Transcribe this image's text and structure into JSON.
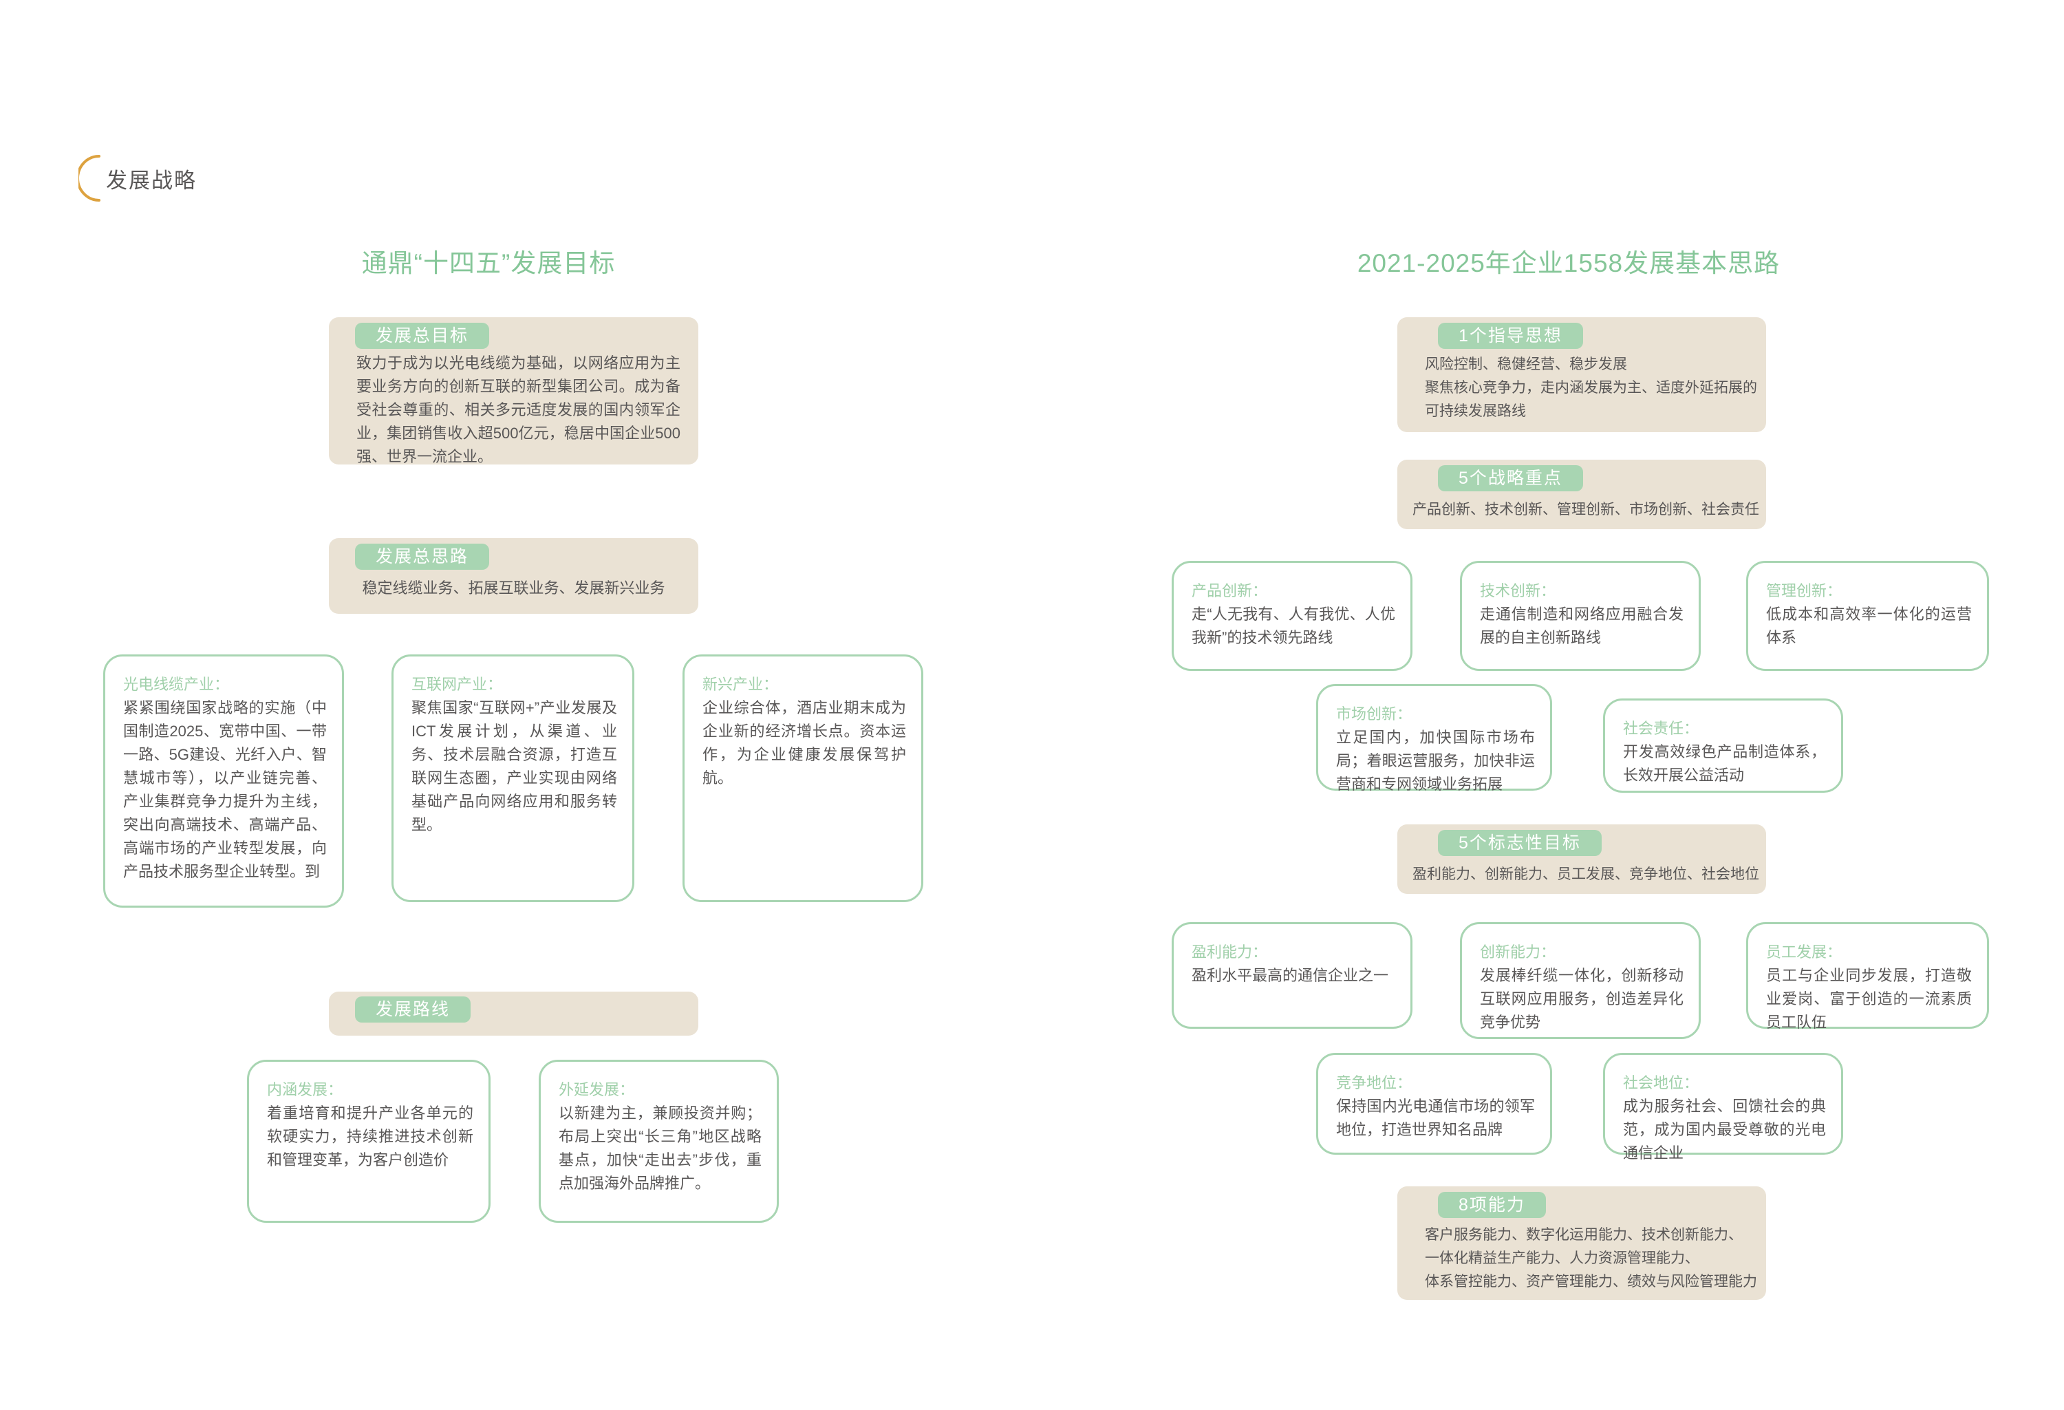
{
  "page": {
    "header": "发展战略"
  },
  "colors": {
    "accent_green": "#a8d5b2",
    "title_green": "#85c698",
    "tan": "#eae2d4",
    "body_text": "#595757",
    "arc_orange": "#dda23f"
  },
  "left": {
    "title": "通鼎“十四五”发展目标",
    "overall_goal": {
      "label": "发展总目标",
      "text": "致力于成为以光电线缆为基础，以网络应用为主要业务方向的创新互联的新型集团公司。成为备受社会尊重的、相关多元适度发展的国内领军企业，集团销售收入超500亿元，稳居中国企业500强、世界一流企业。"
    },
    "overall_idea": {
      "label": "发展总思路",
      "text": "稳定线缆业务、拓展互联业务、发展新兴业务"
    },
    "industries": [
      {
        "label": "光电线缆产业：",
        "text": "紧紧围绕国家战略的实施（中国制造2025、宽带中国、一带一路、5G建设、光纤入户、智慧城市等），以产业链完善、产业集群竞争力提升为主线，突出向高端技术、高端产品、高端市场的产业转型发展，向产品技术服务型企业转型。到"
      },
      {
        "label": "互联网产业：",
        "text": "聚焦国家“互联网+”产业发展及ICT发展计划，从渠道、业务、技术层融合资源，打造互联网生态圈，产业实现由网络基础产品向网络应用和服务转型。"
      },
      {
        "label": "新兴产业：",
        "text": "企业综合体，酒店业期末成为企业新的经济增长点。资本运作，为企业健康发展保驾护航。"
      }
    ],
    "route": {
      "label": "发展路线"
    },
    "route_items": [
      {
        "label": "内涵发展：",
        "text": "着重培育和提升产业各单元的软硬实力，持续推进技术创新和管理变革，为客户创造价"
      },
      {
        "label": "外延发展：",
        "text": "以新建为主，兼顾投资并购；布局上突出“长三角”地区战略基点，加快“走出去”步伐，重点加强海外品牌推广。"
      }
    ]
  },
  "right": {
    "title": "2021-2025年企业1558发展基本思路",
    "guiding_thought": {
      "label": "1个指导思想",
      "lines": [
        "风险控制、稳健经营、稳步发展",
        "聚焦核心竞争力，走内涵发展为主、适度外延拓展的",
        "可持续发展路线"
      ]
    },
    "strategic_focus": {
      "label": "5个战略重点",
      "text": "产品创新、技术创新、管理创新、市场创新、社会责任"
    },
    "focus_items": [
      {
        "label": "产品创新：",
        "text": "走“人无我有、人有我优、人优我新”的技术领先路线"
      },
      {
        "label": "技术创新：",
        "text": "走通信制造和网络应用融合发展的自主创新路线"
      },
      {
        "label": "管理创新：",
        "text": "低成本和高效率一体化的运营体系"
      },
      {
        "label": "市场创新：",
        "text": "立足国内，加快国际市场布局；着眼运营服务，加快非运营商和专网领域业务拓展"
      },
      {
        "label": "社会责任：",
        "text": "开发高效绿色产品制造体系，长效开展公益活动"
      }
    ],
    "landmark_goals": {
      "label": "5个标志性目标",
      "text": "盈利能力、创新能力、员工发展、竞争地位、社会地位"
    },
    "goal_items": [
      {
        "label": "盈利能力：",
        "text": "盈利水平最高的通信企业之一"
      },
      {
        "label": "创新能力：",
        "text": "发展棒纤缆一体化，创新移动互联网应用服务，创造差异化竞争优势"
      },
      {
        "label": "员工发展：",
        "text": "员工与企业同步发展，打造敬业爱岗、富于创造的一流素质员工队伍"
      },
      {
        "label": "竞争地位：",
        "text": "保持国内光电通信市场的领军地位，打造世界知名品牌"
      },
      {
        "label": "社会地位：",
        "text": "成为服务社会、回馈社会的典范，成为国内最受尊敬的光电通信企业"
      }
    ],
    "capabilities": {
      "label": "8项能力",
      "lines": [
        "客户服务能力、数字化运用能力、技术创新能力、",
        "一体化精益生产能力、人力资源管理能力、",
        "体系管控能力、资产管理能力、绩效与风险管理能力"
      ]
    }
  }
}
